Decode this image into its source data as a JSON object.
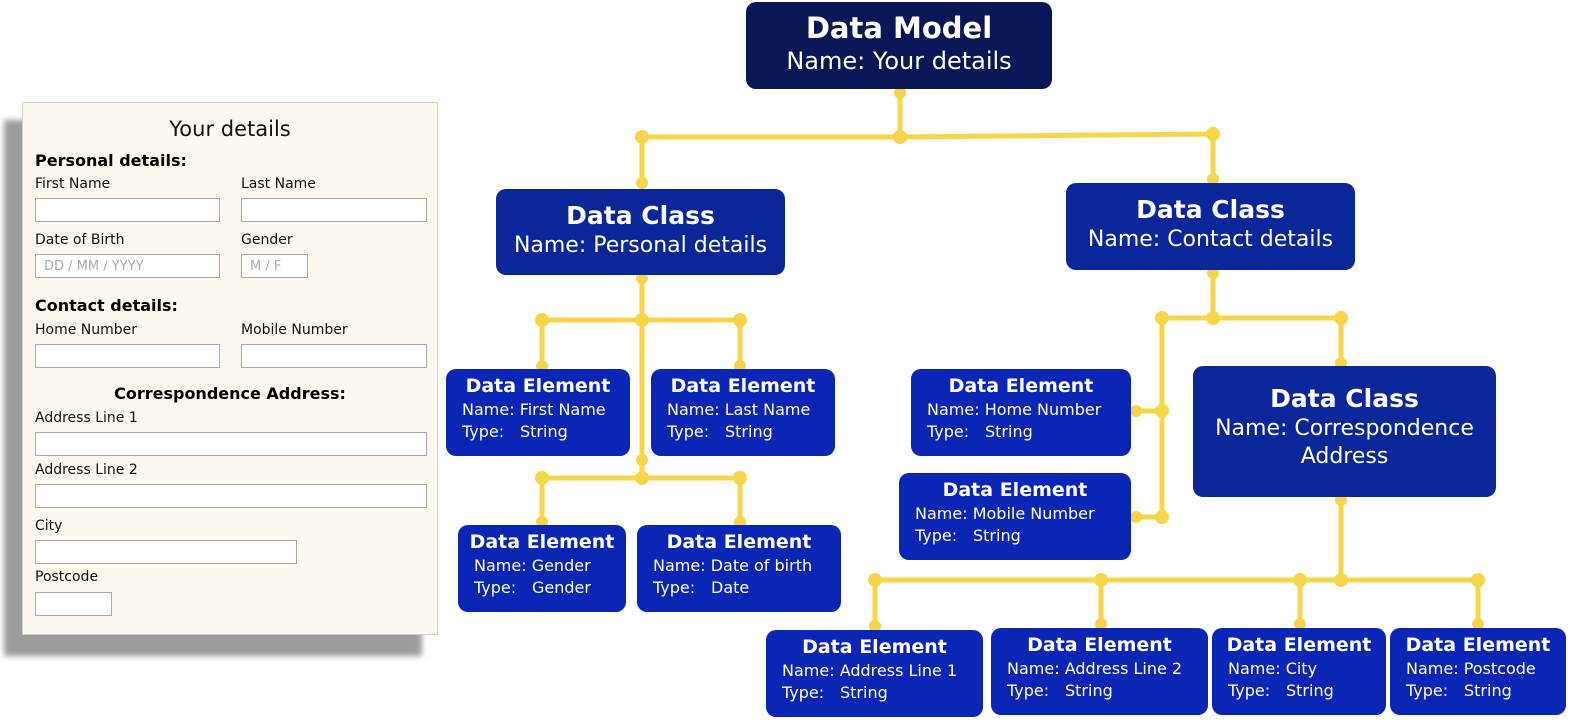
{
  "form": {
    "title": "Your details",
    "personal_heading": "Personal details:",
    "contact_heading": "Contact details:",
    "address_heading": "Correspondence Address:",
    "fields": {
      "first_name": {
        "label": "First Name",
        "placeholder": ""
      },
      "last_name": {
        "label": "Last Name",
        "placeholder": ""
      },
      "date_of_birth": {
        "label": "Date of Birth",
        "placeholder": "DD / MM / YYYY"
      },
      "gender": {
        "label": "Gender",
        "placeholder": "M / F"
      },
      "home_number": {
        "label": "Home Number",
        "placeholder": ""
      },
      "mobile_number": {
        "label": "Mobile Number",
        "placeholder": ""
      },
      "address_line_1": {
        "label": "Address Line 1",
        "placeholder": ""
      },
      "address_line_2": {
        "label": "Address Line 2",
        "placeholder": ""
      },
      "city": {
        "label": "City",
        "placeholder": ""
      },
      "postcode": {
        "label": "Postcode",
        "placeholder": ""
      }
    }
  },
  "diagram": {
    "colors": {
      "connector": "#f8d548",
      "model": "#0a1656",
      "class": "#0b2699",
      "element": "#0b25b5"
    },
    "model": {
      "heading": "Data Model",
      "name": "Name: Your details"
    },
    "classes": {
      "personal": {
        "heading": "Data Class",
        "name": "Name: Personal details"
      },
      "contact": {
        "heading": "Data Class",
        "name": "Name: Contact details"
      },
      "address": {
        "heading": "Data Class",
        "name_line1": "Name: Correspondence",
        "name_line2": "Address"
      }
    },
    "elements": {
      "first_name": {
        "heading": "Data Element",
        "name_key": "Name:",
        "name": "First Name",
        "type_key": "Type:",
        "type": "String"
      },
      "last_name": {
        "heading": "Data Element",
        "name_key": "Name:",
        "name": "Last Name",
        "type_key": "Type:",
        "type": "String"
      },
      "gender": {
        "heading": "Data Element",
        "name_key": "Name:",
        "name": "Gender",
        "type_key": "Type:",
        "type": "Gender"
      },
      "date_of_birth": {
        "heading": "Data Element",
        "name_key": "Name:",
        "name": "Date of birth",
        "type_key": "Type:",
        "type": "Date"
      },
      "home_number": {
        "heading": "Data Element",
        "name_key": "Name:",
        "name": "Home Number",
        "type_key": "Type:",
        "type": "String"
      },
      "mobile_number": {
        "heading": "Data Element",
        "name_key": "Name:",
        "name": "Mobile Number",
        "type_key": "Type:",
        "type": "String"
      },
      "address_line_1": {
        "heading": "Data Element",
        "name_key": "Name:",
        "name": "Address Line 1",
        "type_key": "Type:",
        "type": "String"
      },
      "address_line_2": {
        "heading": "Data Element",
        "name_key": "Name:",
        "name": "Address Line 2",
        "type_key": "Type:",
        "type": "String"
      },
      "city": {
        "heading": "Data Element",
        "name_key": "Name:",
        "name": "City",
        "type_key": "Type:",
        "type": "String"
      },
      "postcode": {
        "heading": "Data Element",
        "name_key": "Name:",
        "name": "Postcode",
        "type_key": "Type:",
        "type": "String"
      }
    }
  }
}
